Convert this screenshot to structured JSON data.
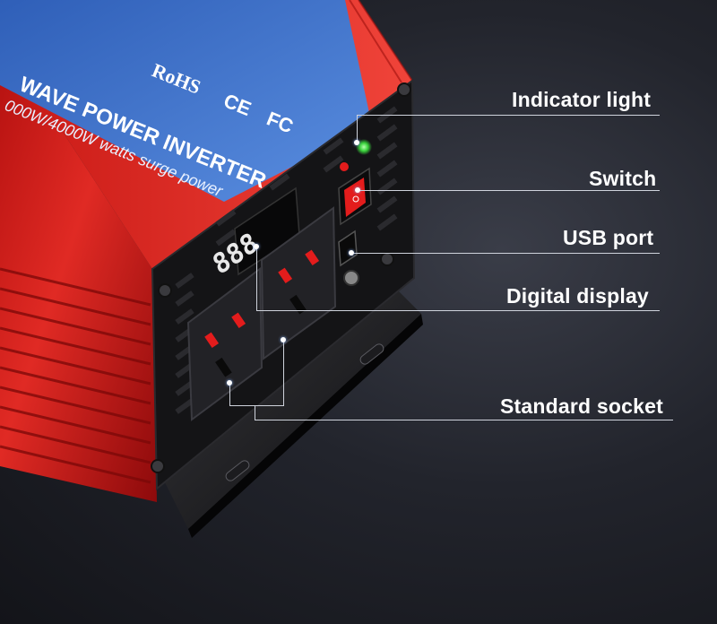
{
  "label_text": {
    "rohs": "RoHS",
    "ce": "CE",
    "fc": "FC",
    "title_line": "WAVE POWER INVERTER",
    "sub_line": "000W/4000W watts surge power",
    "display_digits": "888"
  },
  "callouts": [
    {
      "id": "indicator-light",
      "text": "Indicator light"
    },
    {
      "id": "switch",
      "text": "Switch"
    },
    {
      "id": "usb-port",
      "text": "USB port"
    },
    {
      "id": "digital-display",
      "text": "Digital display"
    },
    {
      "id": "standard-socket",
      "text": "Standard socket"
    }
  ],
  "colors": {
    "body_red": "#d8231f",
    "label_blue": "#3f73c8",
    "panel_black": "#141416",
    "switch_red": "#e31c1c",
    "led_green": "#39d23b"
  }
}
